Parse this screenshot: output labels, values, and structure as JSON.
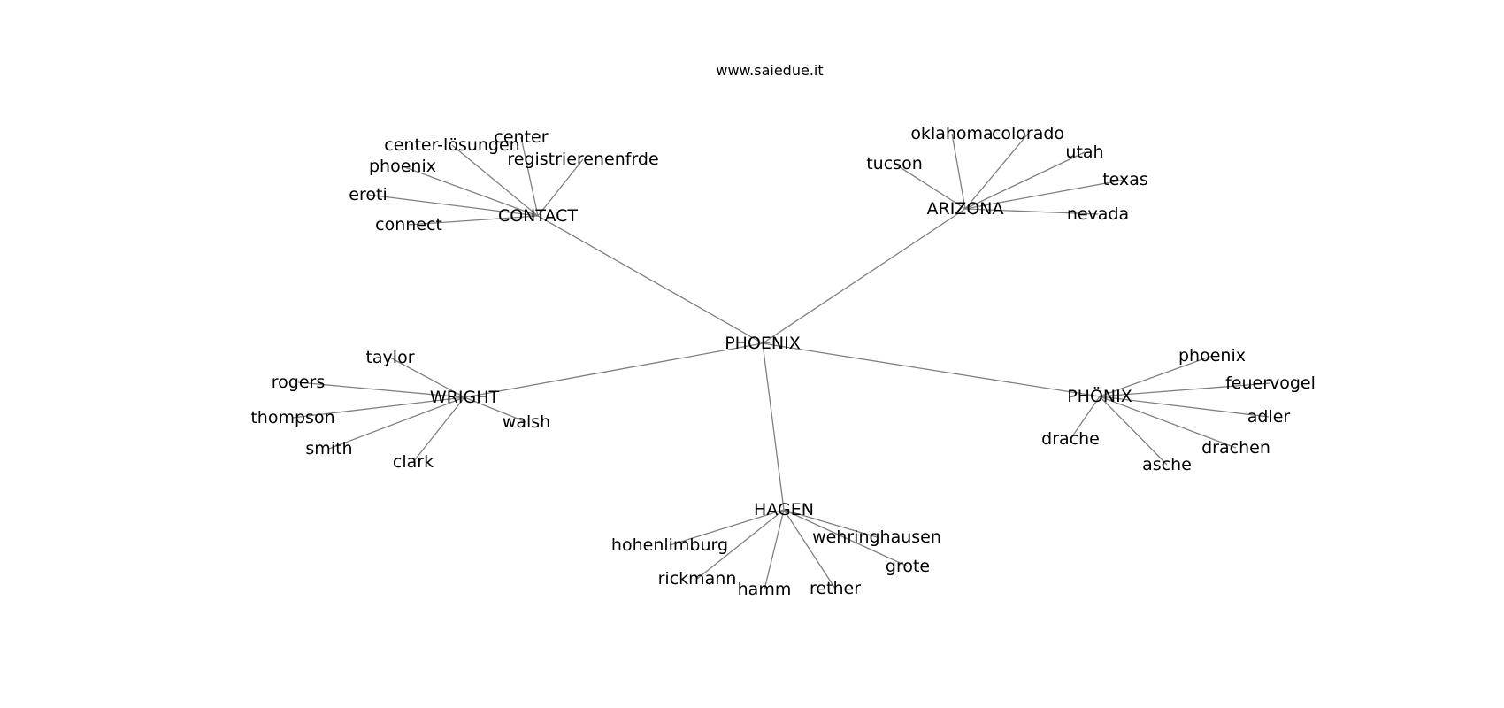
{
  "site": "www.saiedue.it",
  "graph": {
    "root": "PHOENIX",
    "groups": [
      {
        "hub": "CONTACT",
        "leaves": [
          "center-lösungen",
          "center",
          "registrierenenfrde",
          "phoenix",
          "eroti",
          "connect"
        ]
      },
      {
        "hub": "ARIZONA",
        "leaves": [
          "oklahoma",
          "colorado",
          "tucson",
          "utah",
          "texas",
          "nevada"
        ]
      },
      {
        "hub": "WRIGHT",
        "leaves": [
          "taylor",
          "rogers",
          "thompson",
          "smith",
          "clark",
          "walsh"
        ]
      },
      {
        "hub": "PHÖNIX",
        "leaves": [
          "phoenix",
          "feuervogel",
          "adler",
          "drachen",
          "asche",
          "drache"
        ]
      },
      {
        "hub": "HAGEN",
        "leaves": [
          "wehringhausen",
          "grote",
          "rether",
          "hamm",
          "rickmann",
          "hohenlimburg"
        ]
      }
    ]
  }
}
